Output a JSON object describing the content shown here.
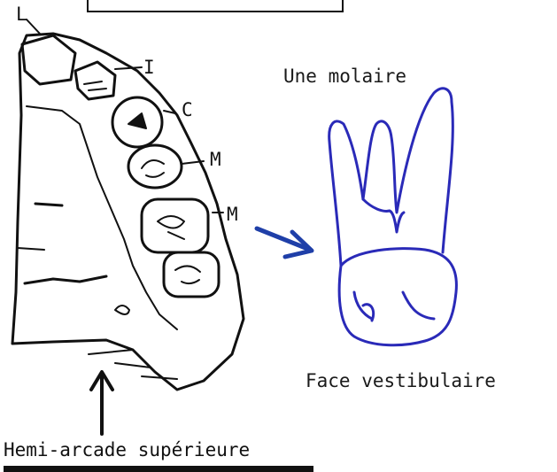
{
  "labels": {
    "incisor_top": "L",
    "incisor": "I",
    "canine": "C",
    "molar_1": "M",
    "molar_2": "M"
  },
  "molar_title": "Une molaire",
  "molar_face": "Face vestibulaire",
  "caption": "Hemi-arcade supérieure",
  "colors": {
    "ink": "#111111",
    "molar_line": "#2a2ab8",
    "arrow_blue": "#1f3fa8"
  }
}
